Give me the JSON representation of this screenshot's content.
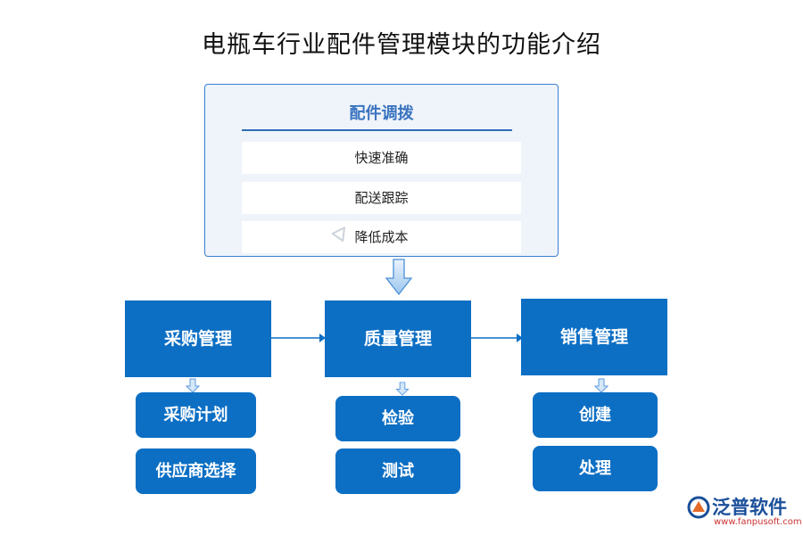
{
  "title": "电瓶车行业配件管理模块的功能介绍",
  "panel": {
    "heading": "配件调拨",
    "items": [
      "快速准确",
      "配送跟踪",
      "降低成本"
    ]
  },
  "modules": [
    {
      "label": "采购管理",
      "subs": [
        "采购计划",
        "供应商选择"
      ]
    },
    {
      "label": "质量管理",
      "subs": [
        "检验",
        "测试"
      ]
    },
    {
      "label": "销售管理",
      "subs": [
        "创建",
        "处理"
      ]
    }
  ],
  "logo": {
    "name": "泛普软件",
    "url": "www.fanpusoft.com"
  },
  "colors": {
    "box": "#0c6fc4",
    "panel_bg": "#eef4f9",
    "panel_border": "#3b7fd0",
    "heading": "#3a73c0"
  }
}
